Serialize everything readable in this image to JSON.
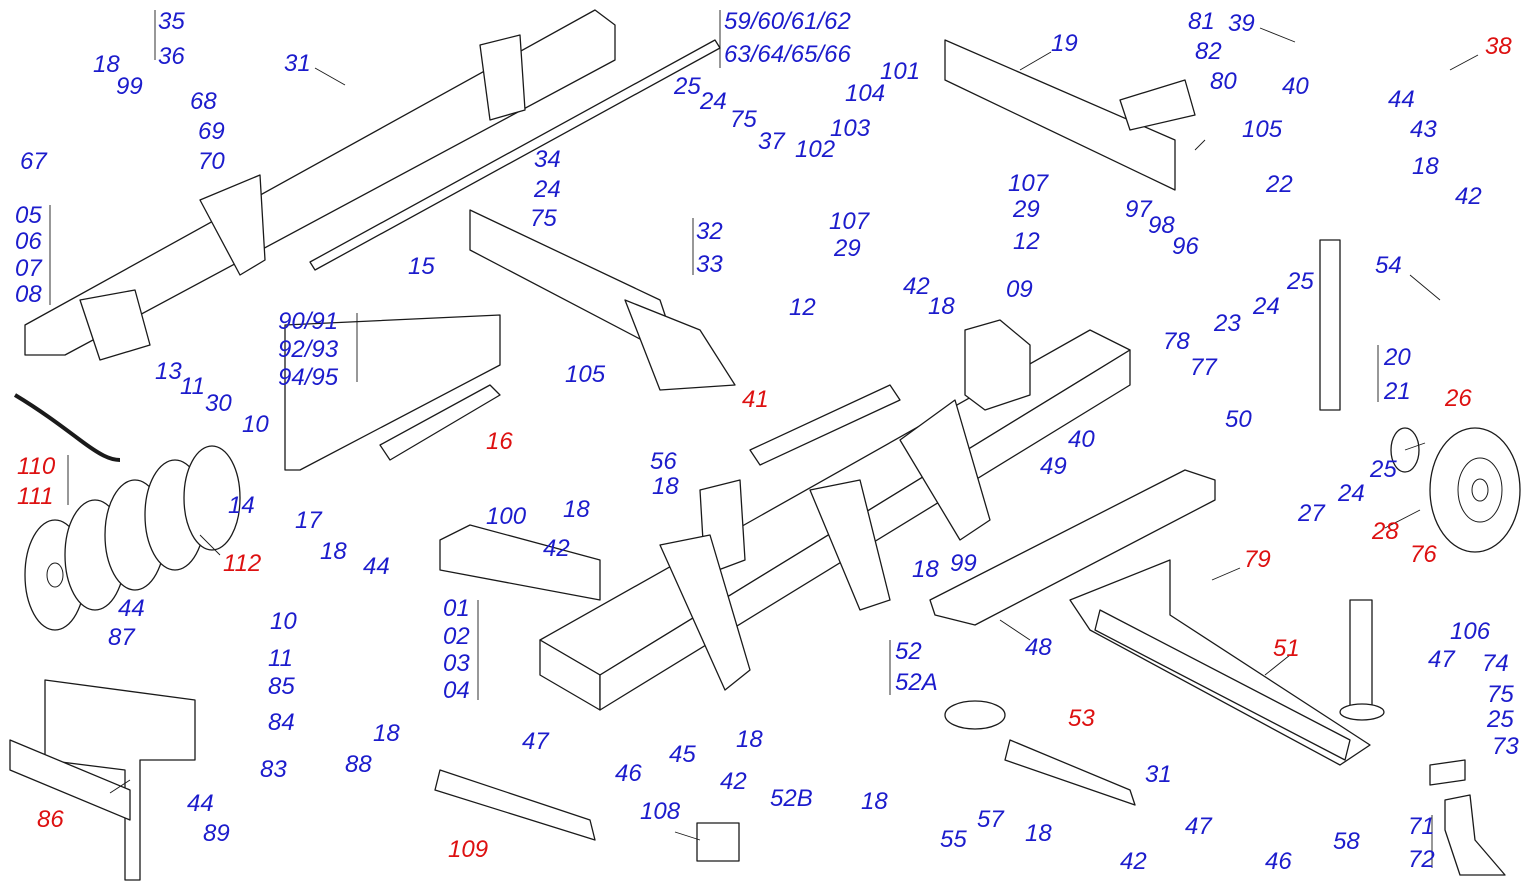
{
  "colors": {
    "label_blue": "#1c1ccc",
    "label_red": "#dd1111",
    "line": "#1a1a1a"
  },
  "labels": [
    "35",
    "36",
    "18",
    "99",
    "31",
    "59/60/61/62",
    "63/64/65/66",
    "19",
    "81",
    "82",
    "80",
    "39",
    "38",
    "40",
    "68",
    "69",
    "70",
    "67",
    "25",
    "24",
    "75",
    "37",
    "101",
    "104",
    "103",
    "102",
    "105",
    "44",
    "43",
    "05",
    "06",
    "07",
    "08",
    "34",
    "24",
    "75",
    "32",
    "33",
    "15",
    "107",
    "29",
    "12",
    "09",
    "107",
    "29",
    "12",
    "97",
    "98",
    "96",
    "22",
    "18",
    "42",
    "90/91",
    "92/93",
    "94/95",
    "105",
    "42",
    "18",
    "23",
    "24",
    "25",
    "54",
    "13",
    "11",
    "30",
    "10",
    "14",
    "16",
    "41",
    "78",
    "77",
    "20",
    "21",
    "26",
    "110",
    "111",
    "112",
    "56",
    "18",
    "40",
    "49",
    "50",
    "25",
    "24",
    "27",
    "28",
    "17",
    "18",
    "44",
    "100",
    "18",
    "42",
    "99",
    "18",
    "48",
    "79",
    "76",
    "106",
    "47",
    "01",
    "02",
    "03",
    "04",
    "44",
    "87",
    "86",
    "10",
    "11",
    "85",
    "84",
    "83",
    "18",
    "88",
    "109",
    "47",
    "46",
    "45",
    "18",
    "42",
    "52",
    "52A",
    "52B",
    "18",
    "55",
    "57",
    "53",
    "31",
    "18",
    "42",
    "108",
    "51",
    "74",
    "75",
    "25",
    "73",
    "71",
    "72",
    "44",
    "89",
    "47",
    "46",
    "58"
  ],
  "red_labels": [
    "38",
    "26",
    "28",
    "16",
    "41",
    "110",
    "111",
    "112",
    "79",
    "76",
    "86",
    "109",
    "53",
    "51"
  ]
}
